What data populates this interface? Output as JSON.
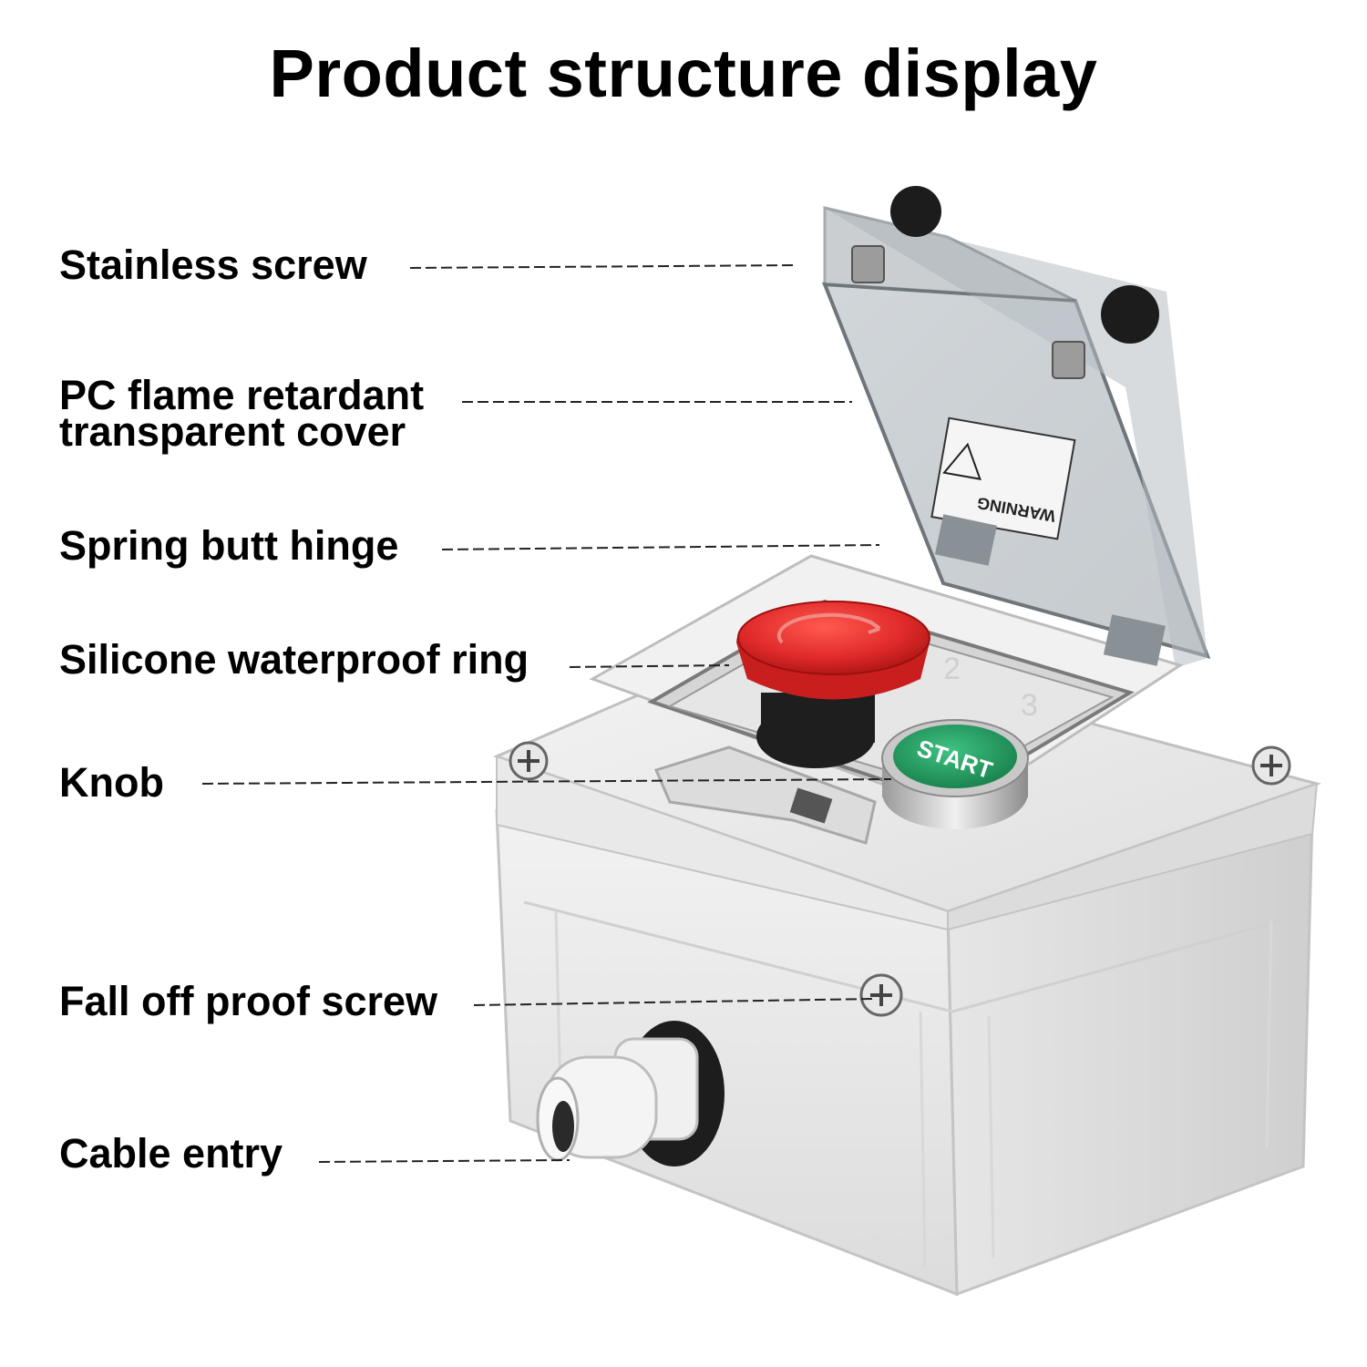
{
  "title": "Product structure display",
  "labels": {
    "stainless_screw": "Stainless screw",
    "pc_cover_line1": "PC flame retardant",
    "pc_cover_line2": "transparent cover",
    "spring_hinge": "Spring butt hinge",
    "silicone_ring": "Silicone waterproof ring",
    "knob": "Knob",
    "fall_off_screw": "Fall off proof screw",
    "cable_entry": "Cable entry"
  },
  "product": {
    "start_button_text": "START",
    "warning_text": "WARNING",
    "slot_numbers": [
      "2",
      "3"
    ]
  },
  "colors": {
    "emergency_button": "#e02a2a",
    "start_button": "#1f9a5c",
    "enclosure": "#ececec",
    "cover": "#bfc5c9"
  }
}
